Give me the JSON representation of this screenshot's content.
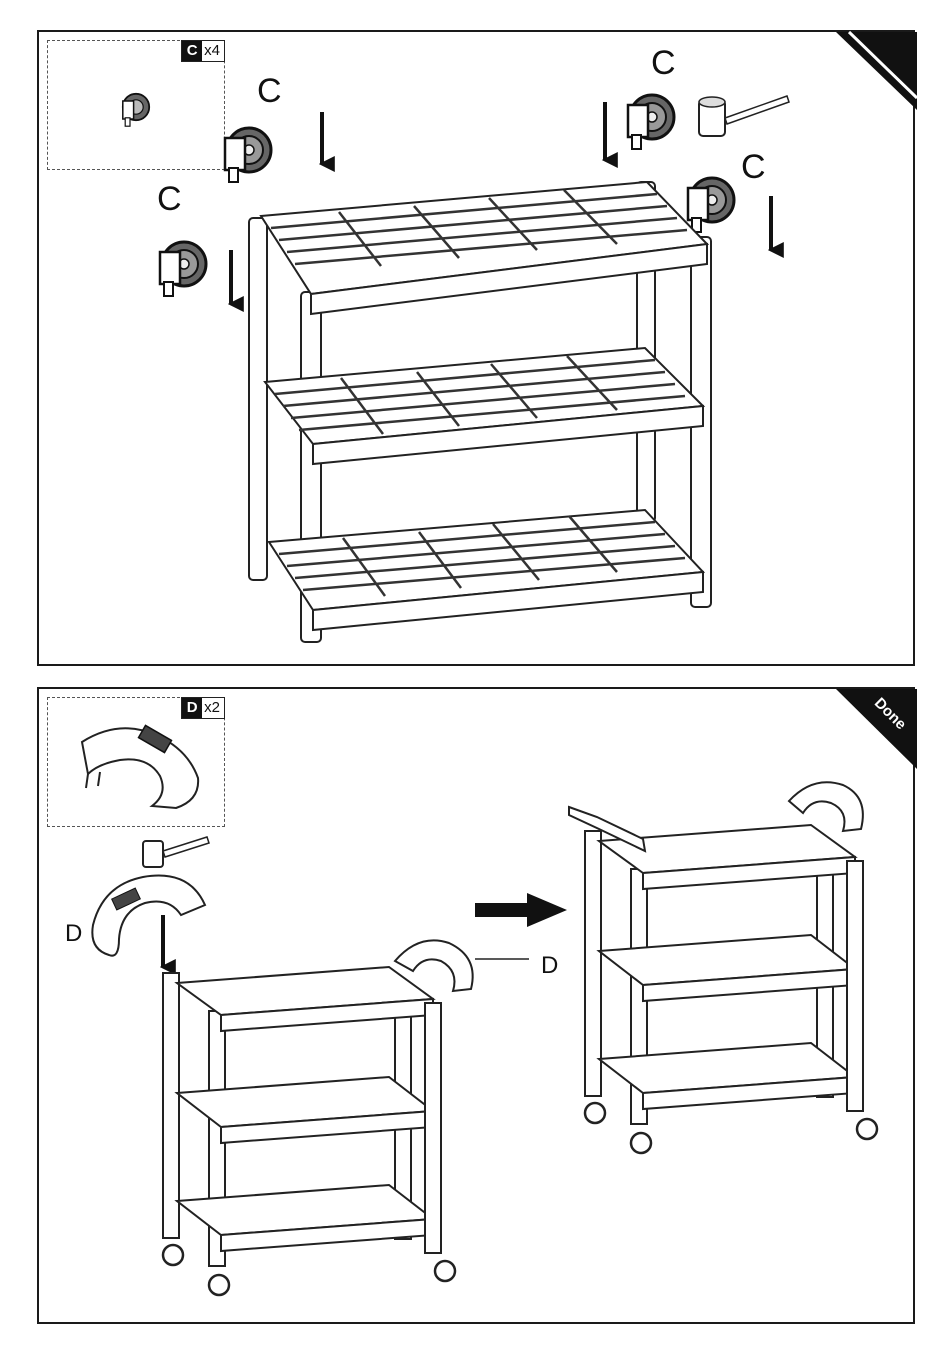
{
  "step1": {
    "parts_letter": "C",
    "parts_qty": "x4",
    "callouts": [
      "C",
      "C",
      "C",
      "C"
    ]
  },
  "step2": {
    "parts_letter": "D",
    "parts_qty": "x2",
    "callout_left": "D",
    "callout_right": "D",
    "corner_label": "Done"
  }
}
